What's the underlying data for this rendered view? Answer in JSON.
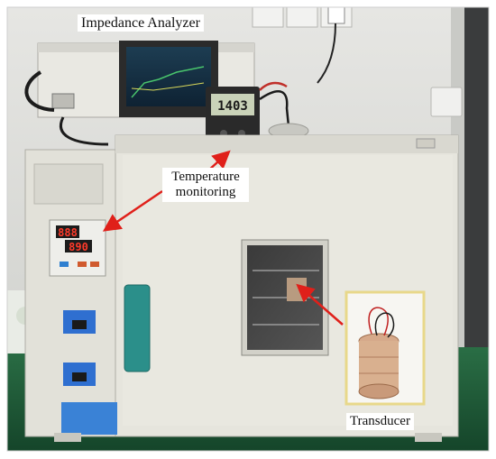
{
  "labels": {
    "impedance_analyzer": "Impedance Analyzer",
    "temperature_monitoring": "Temperature monitoring",
    "transducer": "Transducer"
  },
  "displays": {
    "thermometer_reading": "1403",
    "controller_top": "888",
    "controller_bottom": "890"
  },
  "colors": {
    "arrow": "#e0201a",
    "oven_body": "#e4e3dc",
    "wall": "#dcdcd8",
    "floor": "#1f5e3a",
    "handle": "#2b8f8a",
    "inset_frame": "#e8d88a"
  }
}
